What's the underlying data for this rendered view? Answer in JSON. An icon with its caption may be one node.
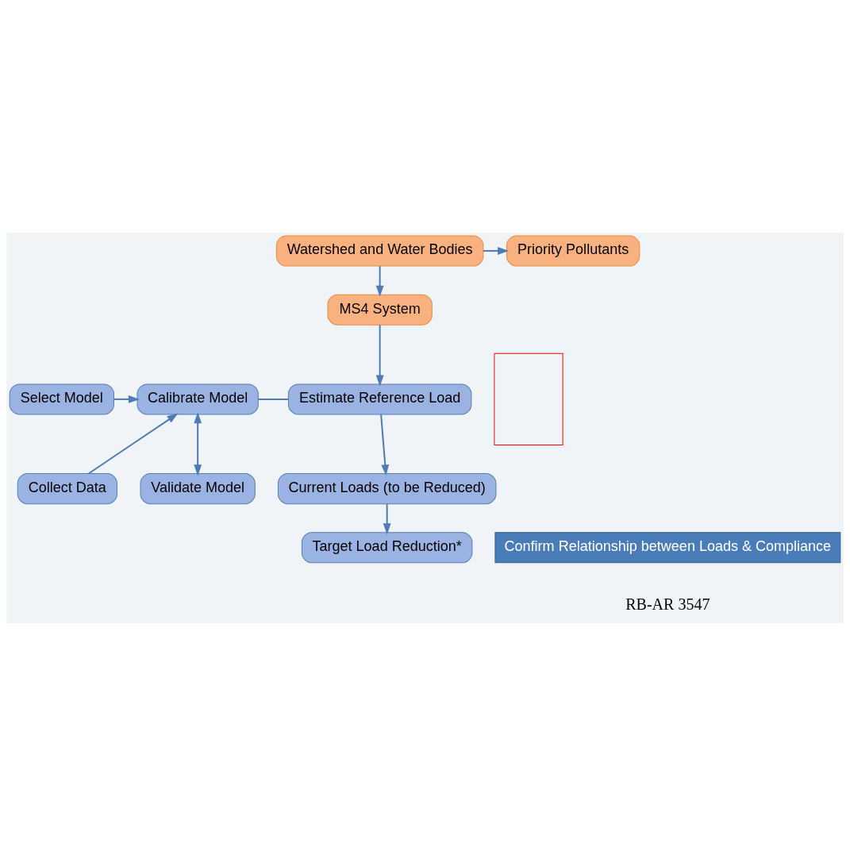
{
  "diagram": {
    "nodes": [
      {
        "text": [
          "Watershed and Water Bodies"
        ]
      },
      {
        "text": [
          "Priority Pollutants"
        ]
      },
      {
        "text": [
          "MS4 System"
        ]
      },
      {
        "text": [
          "Select Model"
        ]
      },
      {
        "text": [
          "Collect Data"
        ]
      },
      {
        "text": [
          "Calibrate Model"
        ]
      },
      {
        "text": [
          "Estimate Reference Load"
        ]
      },
      {
        "text": [
          "Validate Model"
        ]
      },
      {
        "text": [
          "Current Loads (to be Reduced)"
        ]
      },
      {
        "text": [
          "Target Load Reduction*"
        ]
      },
      {
        "text": [
          "Confirm Relationship between Loads & Compliance"
        ]
      },
      {
        "text": [],
        "shape": "box"
      }
    ],
    "edges": [
      {
        "from": 0,
        "to": 1,
        "arrow": "to"
      },
      {
        "from": 0,
        "to": 2,
        "arrow": "to"
      },
      {
        "from": 2,
        "to": 6,
        "arrow": "to"
      },
      {
        "from": 3,
        "to": 5,
        "arrow": "to"
      },
      {
        "from": 4,
        "to": 5,
        "arrow": "to"
      },
      {
        "from": 5,
        "to": 6,
        "arrow": "none"
      },
      {
        "from": 5,
        "to": 7,
        "arrow": "both"
      },
      {
        "from": 6,
        "to": 8,
        "arrow": "to"
      },
      {
        "from": 8,
        "to": 9,
        "arrow": "to"
      }
    ],
    "labels": [
      "RB-AR 3547"
    ]
  }
}
